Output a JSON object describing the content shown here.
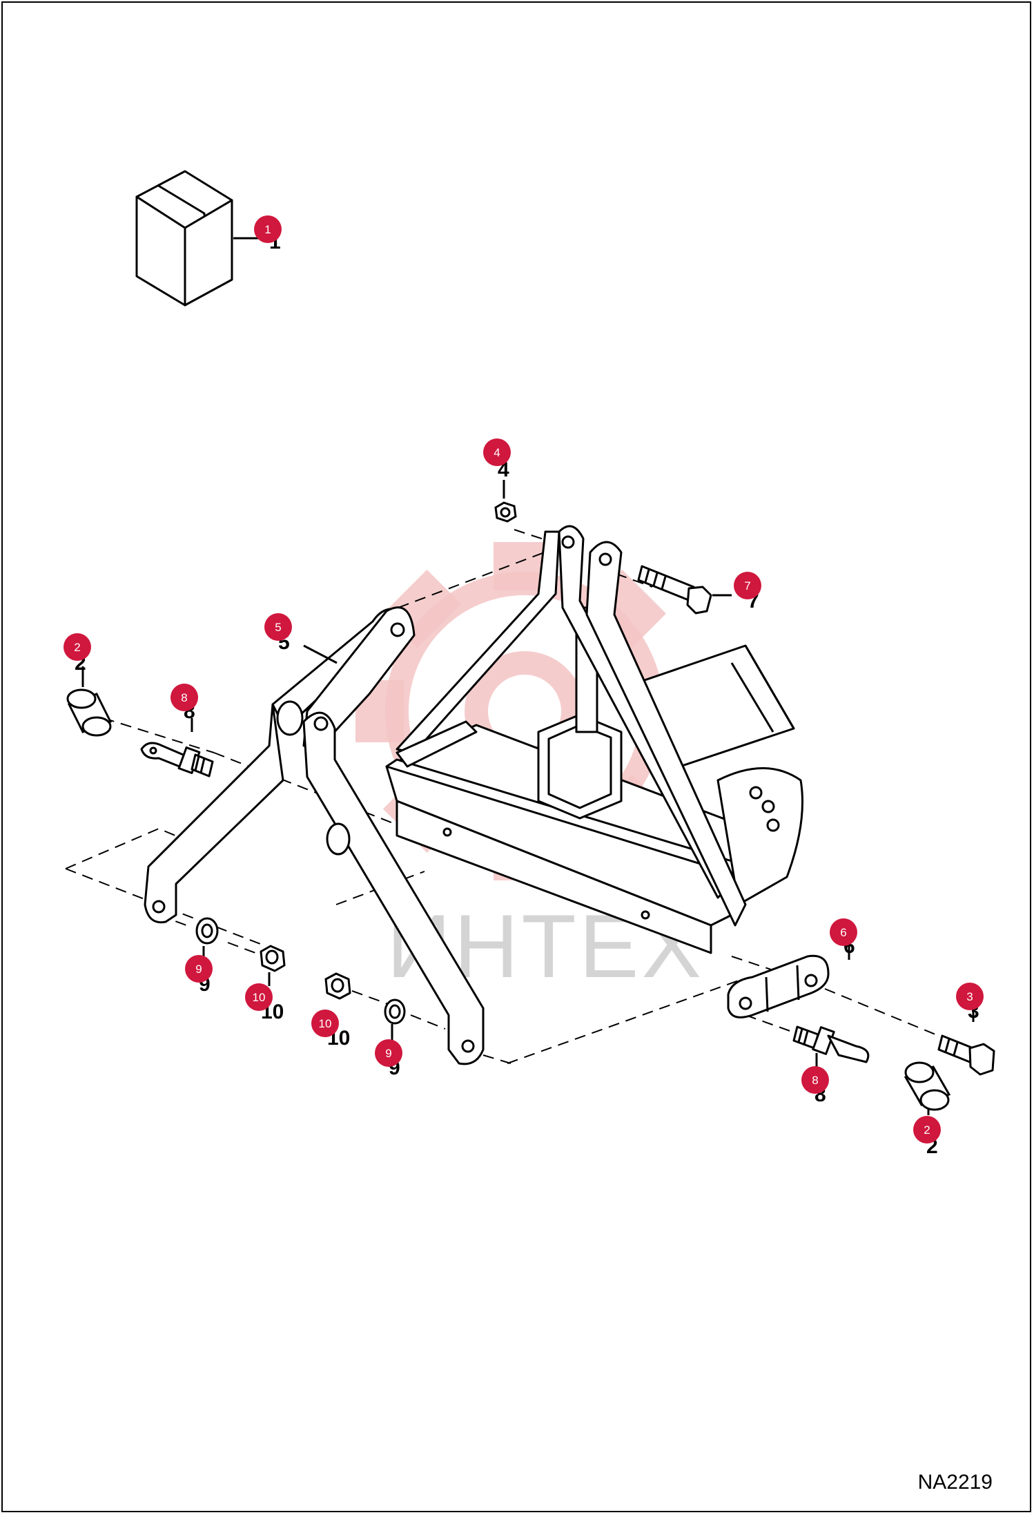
{
  "drawing_id": "NA2219",
  "watermark_text": "ИНТЕХ",
  "colors": {
    "badge": "#d0173d",
    "line": "#000000",
    "watermark_gear": "#f4c4c4",
    "watermark_text": "#d4d4d4"
  },
  "callouts": [
    {
      "id": "c1",
      "label": "1"
    },
    {
      "id": "c4",
      "label": "4"
    },
    {
      "id": "c7",
      "label": "7"
    },
    {
      "id": "c5",
      "label": "5"
    },
    {
      "id": "c2a",
      "label": "2"
    },
    {
      "id": "c8a",
      "label": "8"
    },
    {
      "id": "c9a",
      "label": "9"
    },
    {
      "id": "c10a",
      "label": "10"
    },
    {
      "id": "c10b",
      "label": "10"
    },
    {
      "id": "c9b",
      "label": "9"
    },
    {
      "id": "c6",
      "label": "6"
    },
    {
      "id": "c3",
      "label": "3"
    },
    {
      "id": "c8b",
      "label": "8"
    },
    {
      "id": "c2b",
      "label": "2"
    }
  ]
}
